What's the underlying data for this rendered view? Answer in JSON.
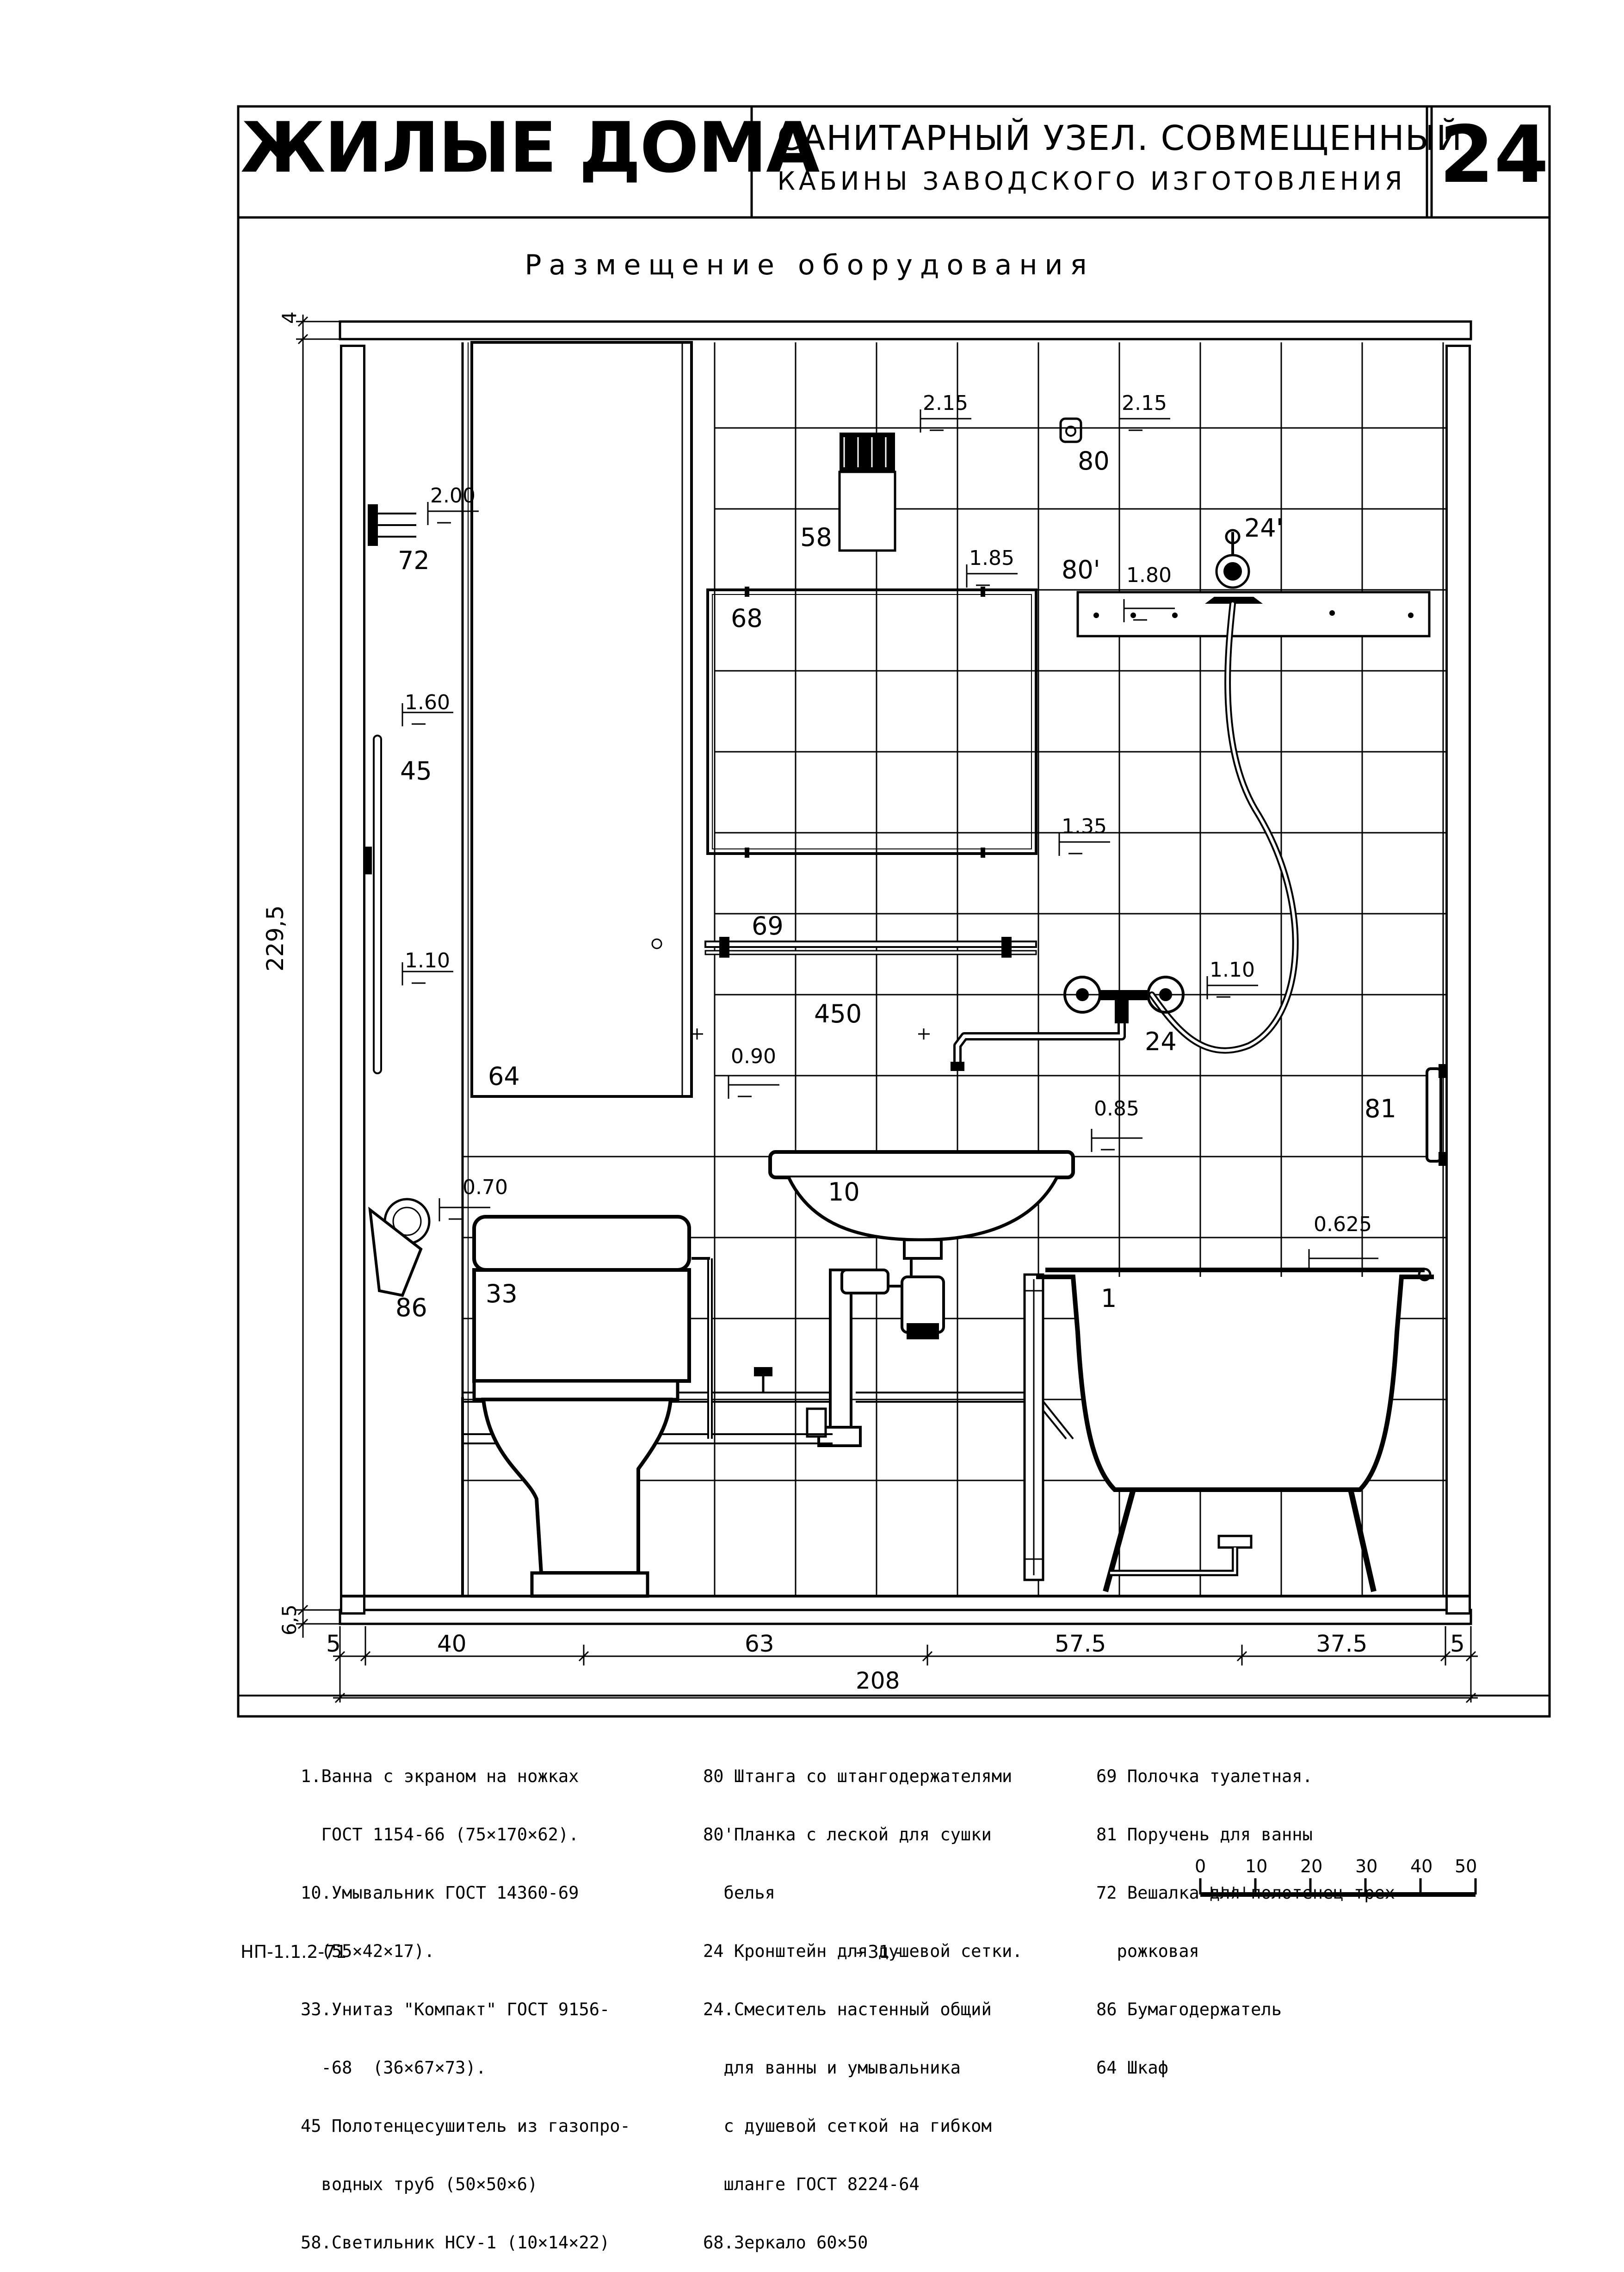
{
  "header": {
    "series": "ЖИЛЫЕ ДОМА",
    "title_line1": "САНИТАРНЫЙ УЗЕЛ. СОВМЕЩЕННЫЙ",
    "title_line2": "КАБИНЫ ЗАВОДСКОГО ИЗГОТОВЛЕНИЯ",
    "sheet_number": "24"
  },
  "subtitle": "Размещение оборудования",
  "item_labels": {
    "l58": "58",
    "l80": "80",
    "l80p": "80'",
    "l24p": "24'",
    "l68": "68",
    "l72": "72",
    "l45": "45",
    "l69": "69",
    "l450": "450",
    "l24": "24",
    "l64": "64",
    "l81": "81",
    "l10": "10",
    "l33": "33",
    "l86": "86",
    "l1": "1"
  },
  "elevations": {
    "e_lamp": "2.15",
    "e_bar": "2.15",
    "e_mirror": "1.85",
    "e_plank": "1.80",
    "e_hook": "2.00",
    "e_rail_top": "1.60",
    "e_mirror_bot": "1.35",
    "e_rail_bot": "1.10",
    "e_mixer": "1.10",
    "e_spout": "0.90",
    "e_basin": "0.85",
    "e_paper": "0.70",
    "e_tub": "0.625"
  },
  "dimensions": {
    "height_total": "229,5",
    "top_gap": "4",
    "bottom": "6,5",
    "seg_left": "5",
    "seg1": "40",
    "seg2": "63",
    "seg3": "57.5",
    "seg4": "37.5",
    "seg_right": "5",
    "total_width": "208"
  },
  "legend": {
    "col1": [
      "1.Ванна с экраном на ножках",
      "  ГОСТ 1154-66 (75×170×62).",
      "10.Умывальник ГОСТ 14360-69",
      "  (55×42×17).",
      "33.Унитаз \"Компакт\" ГОСТ 9156-",
      "  -68  (36×67×73).",
      "45 Полотенцесушитель из газопро-",
      "  водных труб (50×50×6)",
      "58.Светильник НСУ-1 (10×14×22)"
    ],
    "col2": [
      "80 Штанга со штангодержателями",
      "80'Планка с леской для сушки",
      "  белья",
      "24 Кронштейн для душевой сетки.",
      "24.Смеситель настенный общий",
      "  для ванны и умывальника",
      "  с душевой сеткой на гибком",
      "  шланге ГОСТ 8224-64",
      "68.Зеркало 60×50"
    ],
    "col3": [
      "69 Полочка туалетная.",
      "81 Поручень для ванны",
      "72 Вешалка для полотенец трех-",
      "  рожковая",
      "86 Бумагодержатель",
      "64 Шкаф"
    ]
  },
  "scale": {
    "ticks": [
      "0",
      "10",
      "20",
      "30",
      "40",
      "50"
    ]
  },
  "footer": {
    "code": "НП-1.1.2-71",
    "page": "- 31 -"
  }
}
